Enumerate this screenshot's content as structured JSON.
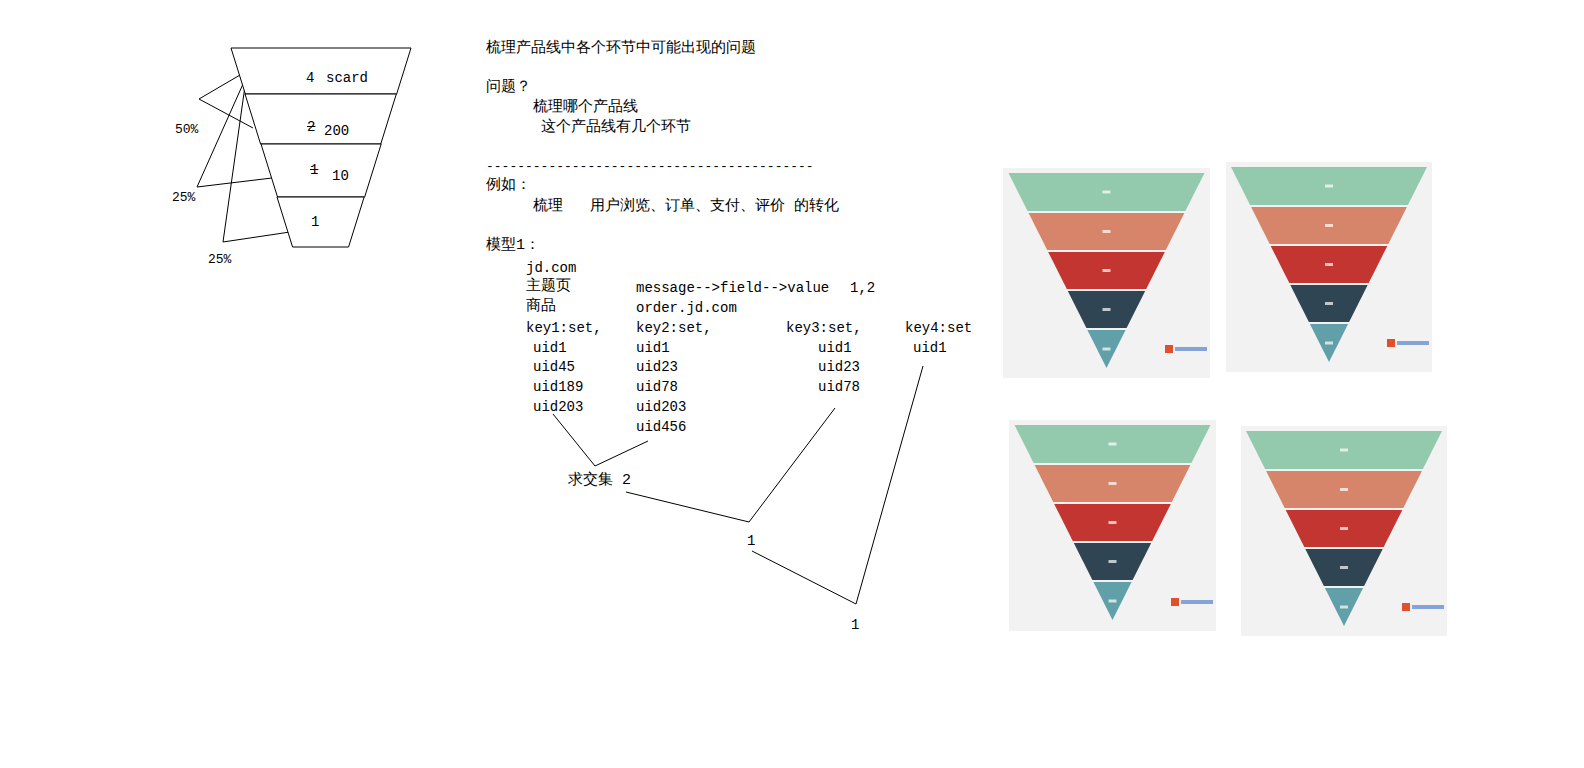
{
  "diagram": {
    "title": "梳理产品线中各个环节中可能出现的问题",
    "nodes": [
      {
        "text": [
          "4",
          "scard"
        ]
      },
      {
        "text": [
          "2",
          "200"
        ]
      },
      {
        "text": [
          "1",
          "10"
        ]
      },
      {
        "text": [
          "1"
        ]
      }
    ],
    "labels": [
      "问题？",
      "梳理哪个产品线",
      "这个产品线有几个环节",
      "------------------------------------------",
      "例如：",
      "梳理   用户浏览、订单、支付、评价 的转化",
      "模型1：",
      "jd.com",
      "主题页",
      "message-->field-->value",
      "1,2",
      "商品",
      "order.jd.com",
      "key1:set,",
      "key2:set,",
      "key3:set,",
      "key4:set",
      "uid1",
      "uid45",
      "uid189",
      "uid203",
      "uid1",
      "uid23",
      "uid78",
      "uid203",
      "uid456",
      "uid1",
      "uid23",
      "uid78",
      "uid1",
      "求交集 2",
      "1",
      "1",
      "50%",
      "25%",
      "25%"
    ]
  }
}
